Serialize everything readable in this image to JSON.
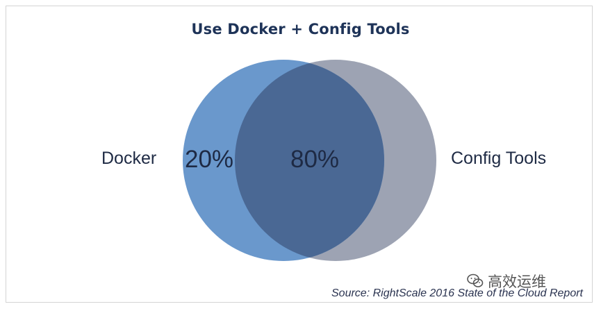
{
  "title": "Use Docker + Config Tools",
  "sets": {
    "left": {
      "label": "Docker",
      "only_value": "20%",
      "color": "#6a98cc"
    },
    "right": {
      "label": "Config Tools",
      "color": "#9da3b3"
    },
    "overlap": {
      "value": "80%",
      "color": "#4a6894"
    }
  },
  "watermark": {
    "icon": "wechat-icon",
    "text": "高效运维"
  },
  "source": "Source: RightScale 2016 State of the Cloud Report",
  "colors": {
    "title": "#1e3358",
    "label": "#1e2a44"
  }
}
